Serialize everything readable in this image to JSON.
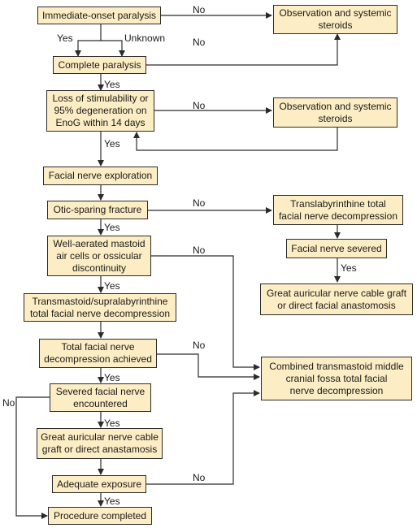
{
  "colors": {
    "box_fill": "#fcedc4",
    "line": "#2b2b2b"
  },
  "boxes": {
    "immediate_onset": "Immediate-onset paralysis",
    "complete_paralysis": "Complete paralysis",
    "loss_stimulability": "Loss of stimulability or\n95% degeneration on\nEnoG within 14 days",
    "facial_exploration": "Facial nerve exploration",
    "otic_sparing": "Otic-sparing fracture",
    "mastoid": "Well-aerated mastoid\nair cells or ossicular\ndiscontinuity",
    "transmastoid": "Transmastoid/supralabyrinthine\ntotal facial nerve decompression",
    "total_achieved": "Total facial nerve\ndecompression achieved",
    "severed_encountered": "Severed facial nerve\nencountered",
    "graft_left": "Great auricular nerve cable\ngraft or direct anastamosis",
    "adequate_exposure": "Adequate exposure",
    "procedure_completed": "Procedure completed",
    "observation_1": "Observation and systemic\nsteroids",
    "observation_2": "Observation and systemic\nsteroids",
    "translabyrinthine": "Translabyrinthine total\nfacial nerve decompression",
    "nerve_severed": "Facial nerve severed",
    "graft_right": "Great auricular nerve cable graft\nor direct facial anastomosis",
    "combined": "Combined transmastoid middle\ncranial fossa total facial\nnerve decompression"
  },
  "labels": {
    "no_1": "No",
    "yes_1": "Yes",
    "unknown": "Unknown",
    "no_2": "No",
    "yes_2": "Yes",
    "no_3": "No",
    "yes_3": "Yes",
    "no_4": "No",
    "yes_4": "Yes",
    "no_5": "No",
    "yes_5": "Yes",
    "no_6": "No",
    "yes_6": "Yes",
    "no_left": "No",
    "yes_7": "Yes",
    "no_7": "No",
    "yes_8": "Yes",
    "yes_right": "Yes"
  }
}
